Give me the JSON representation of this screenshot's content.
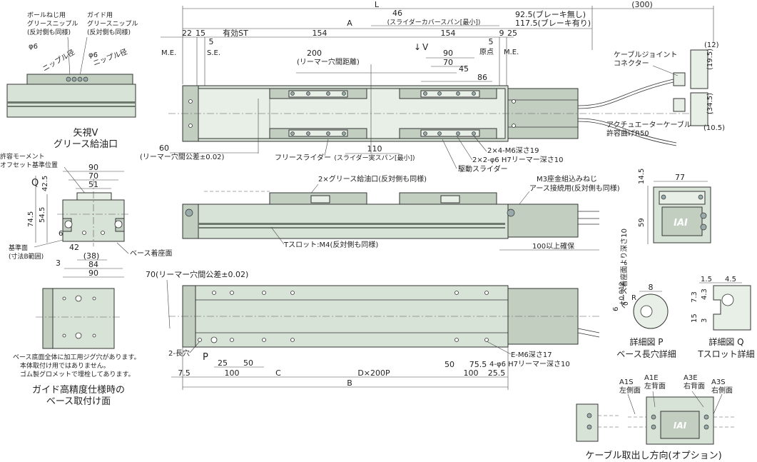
{
  "top_view": {
    "dim_L": "L",
    "dim_300": "(300)",
    "dim_46": "46",
    "dim_46_note": "(スライダーカバースパン[最小])",
    "dim_A": "A",
    "dim_92_5": "92.5(ブレーキ無し)",
    "dim_117_5": "117.5(ブレーキ有り)",
    "dim_22": "22",
    "dim_15": "15",
    "dim_stroke": "有効ST",
    "dim_154_left": "154",
    "dim_154_right": "154",
    "dim_5_left": "5",
    "dim_5_right": "5",
    "dim_9": "9",
    "dim_25": "25",
    "label_me_left": "M.E.",
    "label_se": "S.E.",
    "label_origin": "原点",
    "label_me_right": "M.E.",
    "label_v": "V",
    "dim_200": "200",
    "dim_200_note": "(リーマー穴間距離)",
    "dim_90": "90",
    "dim_70": "70",
    "dim_45": "45",
    "dim_86": "86",
    "dim_60": "60",
    "dim_60_note": "(リーマー穴間公差±0.02)",
    "dim_110": "110",
    "dim_110_note": "(スライダー実スパン[最小])",
    "label_free_slider": "フリースライダー",
    "label_drive_slider": "駆動スライダー",
    "label_m6": "2×4-M6深さ19",
    "label_reamer": "2×2-φ6 H7リーマー深さ10",
    "label_cable_joint": "ケーブルジョイント",
    "label_connector": "コネクター",
    "label_actuator_cable": "アクチュエーターケーブル",
    "label_bend": "許容曲げR50",
    "dim_12": "(12)",
    "dim_19_5": "(19.5)",
    "dim_34_5": "(34.5)",
    "dim_10_5": "(10.5)"
  },
  "view_v": {
    "label_ball_nipple_1": "ボールねじ用",
    "label_ball_nipple_2": "グリースニップル",
    "label_ball_nipple_3": "(反対側も同様)",
    "label_guide_nipple_1": "ガイド用",
    "label_guide_nipple_2": "グリースニップル",
    "label_guide_nipple_3": "(反対側も同様)",
    "dim_phi6_left": "φ6",
    "label_nipple_dia_left": "ニップル径",
    "dim_phi6_right": "φ6",
    "label_nipple_dia_right": "ニップル径",
    "title_1": "矢視V",
    "title_2": "グリース給油口"
  },
  "end_view": {
    "label_moment_1": "許容モーメント",
    "label_moment_2": "オフセット基準位置",
    "dim_90_top": "90",
    "dim_70": "70",
    "dim_51": "51",
    "label_q": "Q",
    "dim_42_5": "42.5",
    "dim_74_5": "74.5",
    "dim_54_5": "54.5",
    "dim_6": "6",
    "dim_42": "42",
    "dim_38": "(38)",
    "dim_3": "3",
    "dim_84": "84",
    "dim_90_bottom": "90",
    "label_ref_1": "基準面",
    "label_ref_2": "(寸法B範囲)",
    "label_base_seat": "ベース着座面"
  },
  "side_view": {
    "label_grease_port": "2×グリース給油口(反対側も同様)",
    "label_m3_1": "M3座金組込みねじ",
    "label_m3_2": "アース接続用(反対側も同様)",
    "label_tslot": "Tスロット:M4(反対側も同様)",
    "label_100_clearance": "100以上確保",
    "vert_label": "ベース着座面より深さ10"
  },
  "rear_view": {
    "dim_77": "77",
    "dim_14_5": "14.5",
    "dim_59": "59",
    "logo": "IAI"
  },
  "bottom_view": {
    "dim_70_top": "70(リーマー穴間公差±0.02)",
    "label_p": "P",
    "label_2_slot": "2-長穴",
    "dim_25": "25",
    "dim_50": "50",
    "dim_7_5": "7.5",
    "dim_100_left": "100",
    "dim_C": "C",
    "dim_D": "D×200P",
    "dim_50_right": "50",
    "dim_100_right": "100",
    "dim_25_5": "25.5",
    "dim_75_5": "75.5",
    "dim_B": "B",
    "label_em6": "E-M6深さ17",
    "label_reamer_4": "4-φ6 H7リーマー深さ10"
  },
  "guide_view": {
    "note_1": "ベース底面全体に加工用ジグ穴があります。",
    "note_2": "本体取付け用ではありません。",
    "note_3": "ゴム製グロメットで埋栓してあります。",
    "title_1": "ガイド高精度仕様時の",
    "title_2": "ベース取付け面"
  },
  "detail_p": {
    "dim_8": "8",
    "label_r": "R",
    "dim_6": "6",
    "tol_plus": "+0.012",
    "tol_zero": "0",
    "title_1": "詳細図 P",
    "title_2": "ベース長穴詳細"
  },
  "detail_q": {
    "dim_1_5": "1.5",
    "dim_4_5": "4.5",
    "dim_7_3": "7.3",
    "dim_4_3": "4.3",
    "dim_15": "15",
    "dim_3": "3",
    "title_1": "詳細図 Q",
    "title_2": "Tスロット詳細"
  },
  "cable_option": {
    "a1s_1": "A1S",
    "a1s_2": "左側面",
    "a1e_1": "A1E",
    "a1e_2": "左背面",
    "a3e_1": "A3E",
    "a3e_2": "右背面",
    "a3s_1": "A3S",
    "a3s_2": "右側面",
    "logo": "IAI",
    "title": "ケーブル取出し方向(オプション)"
  }
}
